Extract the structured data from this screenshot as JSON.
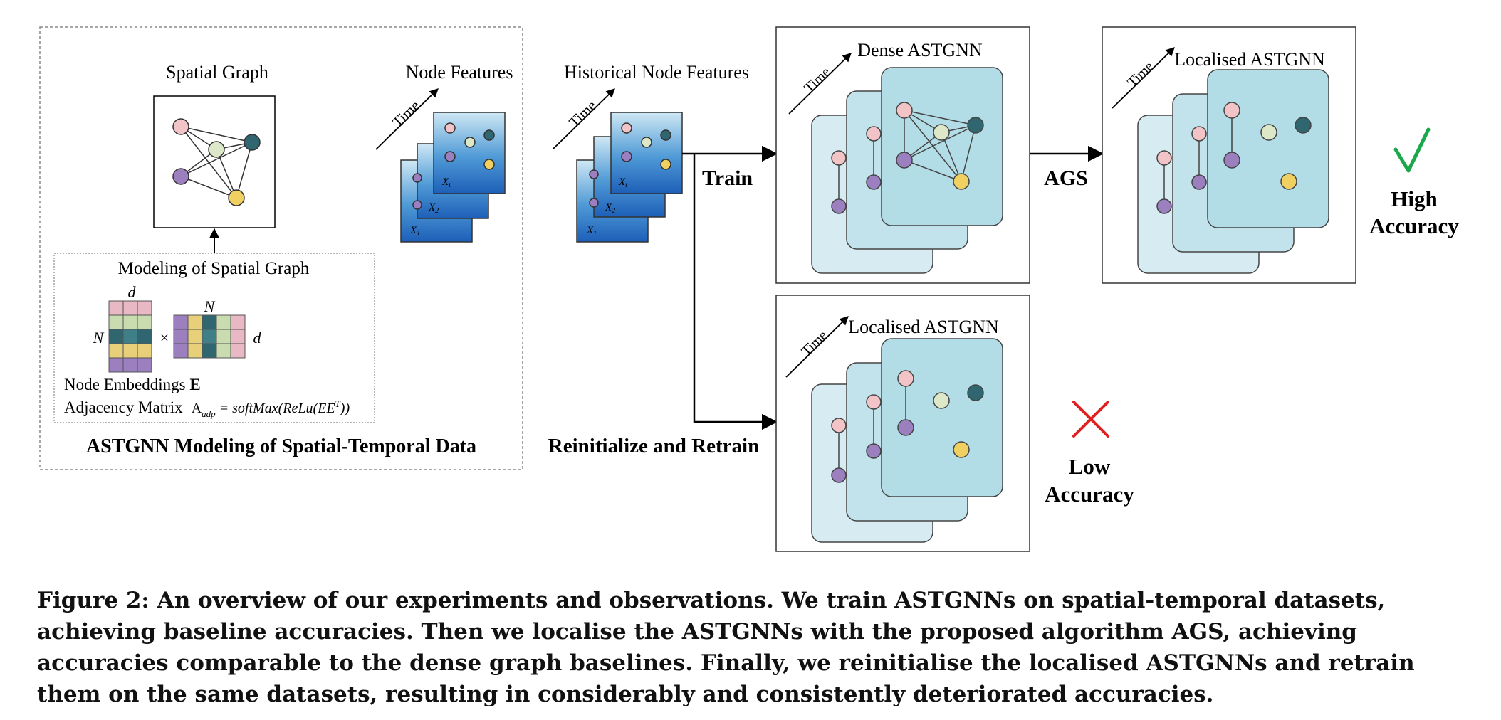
{
  "left_panel": {
    "spatial_graph_title": "Spatial Graph",
    "modeling_title": "Modeling of Spatial Graph",
    "node_embeddings_label": "Node Embeddings",
    "node_embeddings_symbol": "E",
    "adjacency_label": "Adjacency Matrix",
    "adjacency_formula": "A",
    "adjacency_sub": "adp",
    "adjacency_rhs": " = softMax(ReLu(EE",
    "adjacency_sup": "T",
    "adjacency_close": "))",
    "dim_d": "d",
    "dim_N": "N",
    "times_sign": "×",
    "panel_title": "ASTGNN Modeling of Spatial-Temporal Data"
  },
  "node_features": {
    "title": "Node Features",
    "time_label": "Time",
    "x_labels": [
      "X",
      "X",
      "X"
    ],
    "x_subs": [
      "t",
      "2",
      "1"
    ]
  },
  "historical": {
    "title": "Historical Node Features",
    "time_label": "Time"
  },
  "flow": {
    "train_label": "Train",
    "ags_label": "AGS",
    "retrain_label": "Reinitialize and Retrain"
  },
  "boxes": {
    "dense_title": "Dense ASTGNN",
    "localised_title_top": "Localised ASTGNN",
    "localised_title_bottom": "Localised ASTGNN",
    "time_label": "Time"
  },
  "results": {
    "high_check": "√",
    "high_label_1": "High",
    "high_label_2": "Accuracy",
    "low_cross": "×",
    "low_label_1": "Low",
    "low_label_2": "Accuracy"
  },
  "colors": {
    "node_pink": "#f2c4c8",
    "node_purple": "#9b7fbf",
    "node_green": "#dce8c8",
    "node_teal": "#2f6670",
    "node_yellow": "#f0d060",
    "layer_fill": "#b2dce6",
    "check_green": "#1aa84a",
    "cross_red": "#e02020"
  },
  "caption": "Figure 2: An overview of our experiments and observations. We train ASTGNNs on spatial-temporal datasets, achieving baseline accuracies. Then we localise the ASTGNNs with the proposed algorithm AGS, achieving accuracies comparable to the dense graph baselines. Finally, we reinitialise the localised ASTGNNs and retrain them on the same datasets, resulting in considerably and consistently deteriorated accuracies."
}
